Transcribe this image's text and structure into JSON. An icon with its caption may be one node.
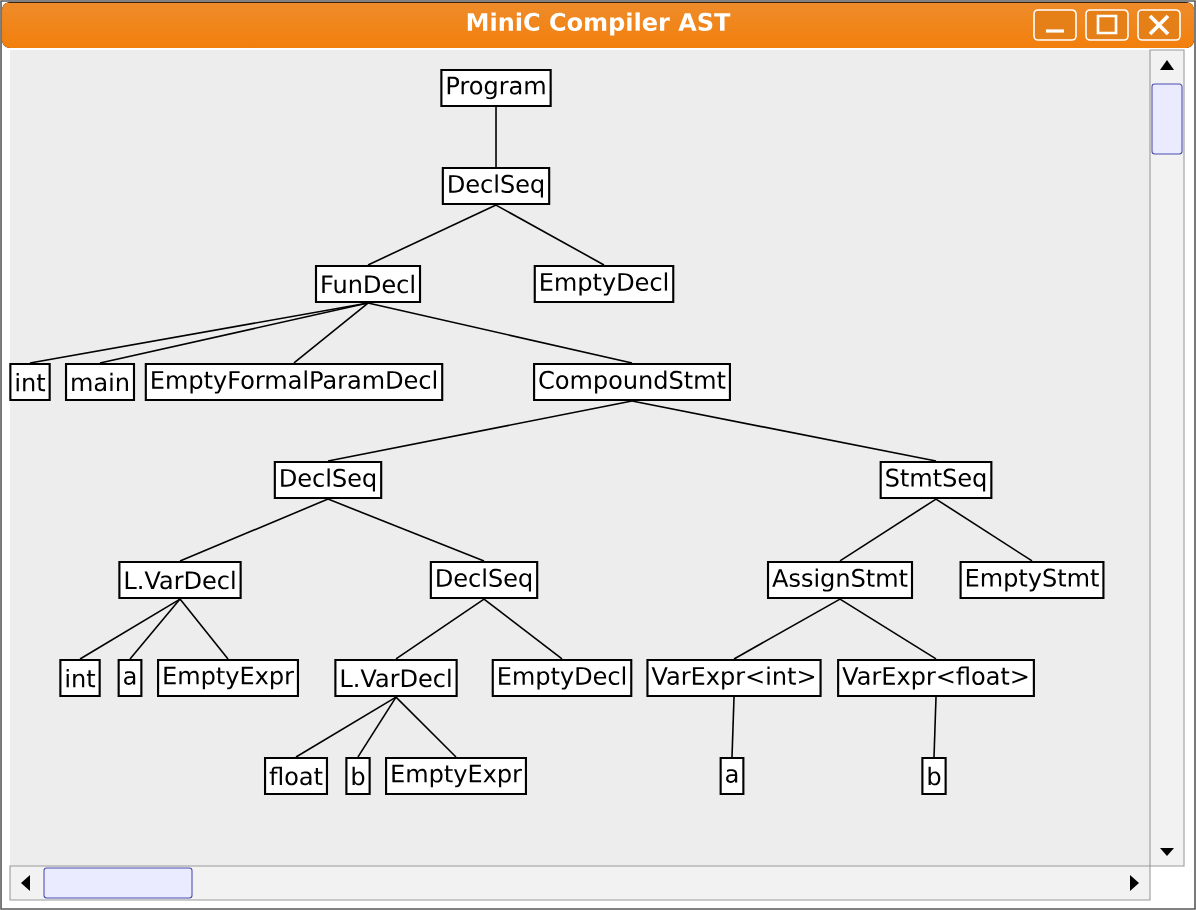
{
  "diagram": {
    "title": "MiniC Compiler AST",
    "nodes": [
      {
        "text": [
          "Program"
        ]
      },
      {
        "text": [
          "DeclSeq"
        ]
      },
      {
        "text": [
          "FunDecl"
        ]
      },
      {
        "text": [
          "EmptyDecl"
        ]
      },
      {
        "text": [
          "int"
        ]
      },
      {
        "text": [
          "main"
        ]
      },
      {
        "text": [
          "EmptyFormalParamDecl"
        ]
      },
      {
        "text": [
          "CompoundStmt"
        ]
      },
      {
        "text": [
          "DeclSeq"
        ]
      },
      {
        "text": [
          "StmtSeq"
        ]
      },
      {
        "text": [
          "L.VarDecl"
        ]
      },
      {
        "text": [
          "DeclSeq"
        ]
      },
      {
        "text": [
          "AssignStmt"
        ]
      },
      {
        "text": [
          "EmptyStmt"
        ]
      },
      {
        "text": [
          "int"
        ]
      },
      {
        "text": [
          "a"
        ]
      },
      {
        "text": [
          "EmptyExpr"
        ]
      },
      {
        "text": [
          "L.VarDecl"
        ]
      },
      {
        "text": [
          "EmptyDecl"
        ]
      },
      {
        "text": [
          "VarExpr<int>"
        ]
      },
      {
        "text": [
          "VarExpr<float>"
        ]
      },
      {
        "text": [
          "float"
        ]
      },
      {
        "text": [
          "b"
        ]
      },
      {
        "text": [
          "EmptyExpr"
        ]
      },
      {
        "text": [
          "a"
        ]
      },
      {
        "text": [
          "b"
        ]
      }
    ],
    "edges": [
      {
        "from": 0,
        "to": 1,
        "arrow": "none"
      },
      {
        "from": 1,
        "to": 2,
        "arrow": "none"
      },
      {
        "from": 1,
        "to": 3,
        "arrow": "none"
      },
      {
        "from": 2,
        "to": 4,
        "arrow": "none"
      },
      {
        "from": 2,
        "to": 5,
        "arrow": "none"
      },
      {
        "from": 2,
        "to": 6,
        "arrow": "none"
      },
      {
        "from": 2,
        "to": 7,
        "arrow": "none"
      },
      {
        "from": 7,
        "to": 8,
        "arrow": "none"
      },
      {
        "from": 7,
        "to": 9,
        "arrow": "none"
      },
      {
        "from": 8,
        "to": 10,
        "arrow": "none"
      },
      {
        "from": 8,
        "to": 11,
        "arrow": "none"
      },
      {
        "from": 9,
        "to": 12,
        "arrow": "none"
      },
      {
        "from": 9,
        "to": 13,
        "arrow": "none"
      },
      {
        "from": 10,
        "to": 14,
        "arrow": "none"
      },
      {
        "from": 10,
        "to": 15,
        "arrow": "none"
      },
      {
        "from": 10,
        "to": 16,
        "arrow": "none"
      },
      {
        "from": 11,
        "to": 17,
        "arrow": "none"
      },
      {
        "from": 11,
        "to": 18,
        "arrow": "none"
      },
      {
        "from": 12,
        "to": 19,
        "arrow": "none"
      },
      {
        "from": 12,
        "to": 20,
        "arrow": "none"
      },
      {
        "from": 17,
        "to": 21,
        "arrow": "none"
      },
      {
        "from": 17,
        "to": 22,
        "arrow": "none"
      },
      {
        "from": 17,
        "to": 23,
        "arrow": "none"
      },
      {
        "from": 19,
        "to": 24,
        "arrow": "none"
      },
      {
        "from": 20,
        "to": 25,
        "arrow": "none"
      }
    ]
  }
}
